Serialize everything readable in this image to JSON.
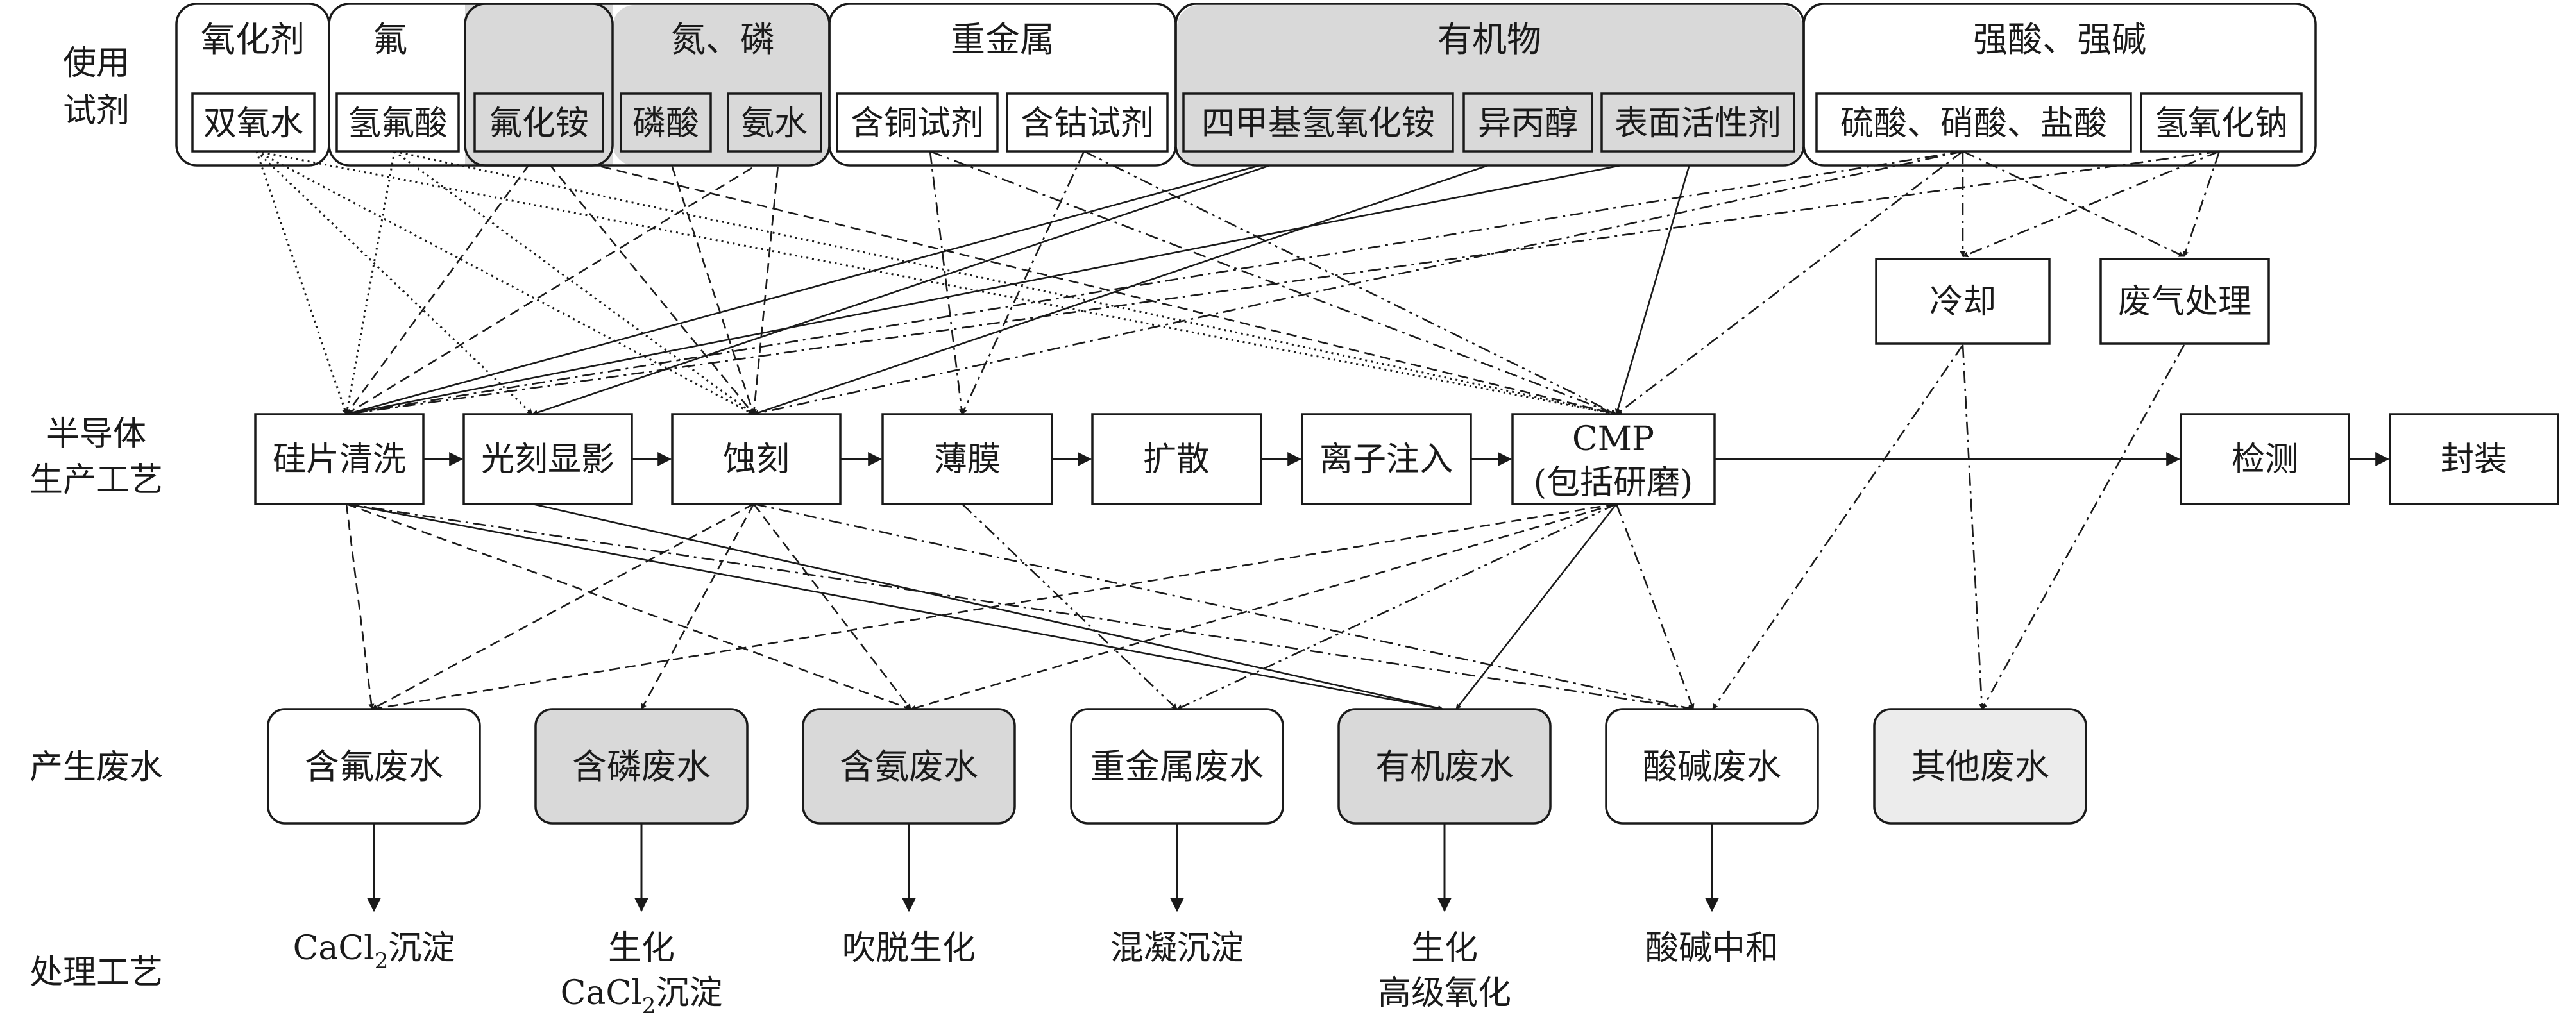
{
  "row_labels": {
    "reagents": [
      "使用",
      "试剂"
    ],
    "process": [
      "半导体",
      "生产工艺"
    ],
    "wastewater": "产生废水",
    "treatment": "处理工艺"
  },
  "reagent_groups": {
    "oxidant": {
      "title": "氧化剂",
      "items": [
        "双氧水"
      ]
    },
    "fluorine": {
      "title": "氟",
      "items": [
        "氢氟酸",
        "氟化铵"
      ]
    },
    "n_p": {
      "title": "氮、磷",
      "items": [
        "磷酸",
        "氨水"
      ]
    },
    "heavy_metal": {
      "title": "重金属",
      "items": [
        "含铜试剂",
        "含钴试剂"
      ]
    },
    "organic": {
      "title": "有机物",
      "items": [
        "四甲基氢氧化铵",
        "异丙醇",
        "表面活性剂"
      ]
    },
    "acid_base": {
      "title": "强酸、强碱",
      "items": [
        "硫酸、硝酸、盐酸",
        "氢氧化钠"
      ]
    }
  },
  "aux_steps": [
    "冷却",
    "废气处理"
  ],
  "process_steps": [
    "硅片清洗",
    "光刻显影",
    "蚀刻",
    "薄膜",
    "扩散",
    "离子注入",
    "CMP",
    "(包括研磨)",
    "检测",
    "封装"
  ],
  "wastewater": [
    "含氟废水",
    "含磷废水",
    "含氨废水",
    "重金属废水",
    "有机废水",
    "酸碱废水",
    "其他废水"
  ],
  "treatment": {
    "fluoride_base": "CaCl",
    "fluoride_sub": "2",
    "fluoride_tail": "沉淀",
    "phosphorus_line1": "生化",
    "phosphorus_base": "CaCl",
    "phosphorus_sub": "2",
    "phosphorus_tail": "沉淀",
    "ammonia": "吹脱生化",
    "heavy_metal": "混凝沉淀",
    "organic_line1": "生化",
    "organic_line2": "高级氧化",
    "acid_base": "酸碱中和"
  },
  "colors": {
    "stroke": "#1a1a1a",
    "grey_fill": "#d9d9d9",
    "light_grey_fill": "#ececec"
  }
}
